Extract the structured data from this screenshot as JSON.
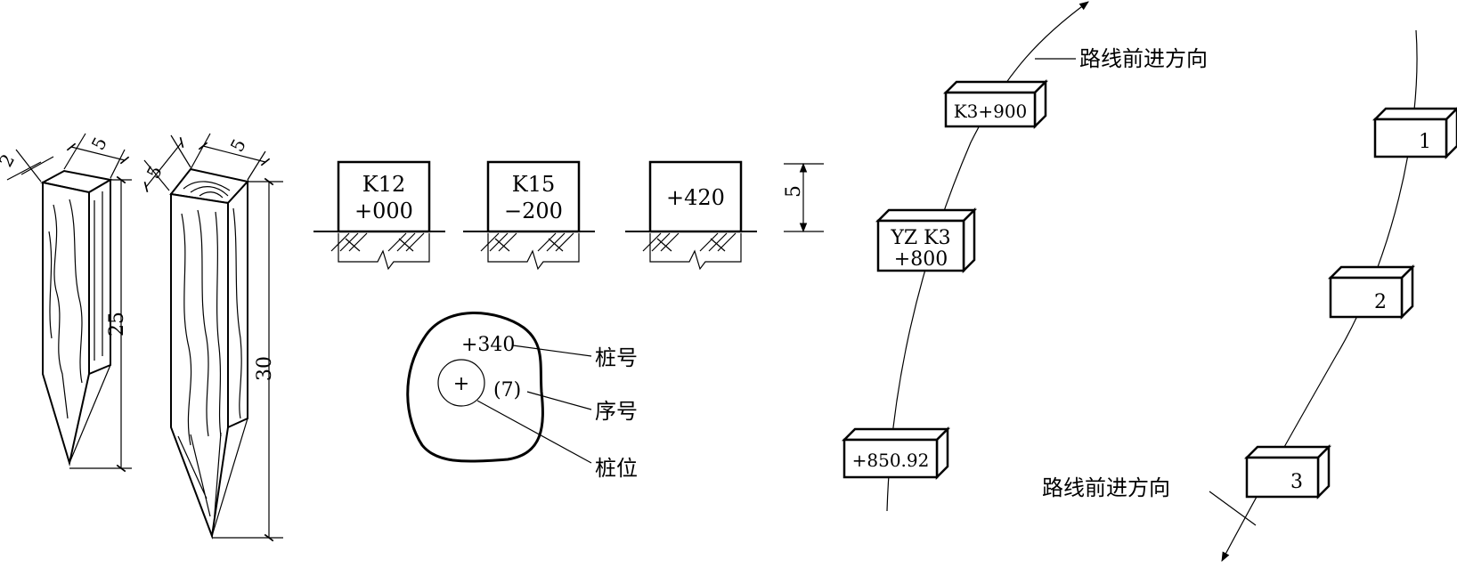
{
  "stakes": {
    "small": {
      "top_thickness": "2",
      "top_width": "5",
      "length": "25"
    },
    "large": {
      "top_thickness": "5",
      "top_width": "5",
      "length": "30"
    }
  },
  "ground_stakes": [
    {
      "line1": "K12",
      "line2": "+000"
    },
    {
      "line1": "K15",
      "line2": "−200"
    },
    {
      "line1": "+420",
      "line2": ""
    }
  ],
  "height_dim": "5",
  "legend_stake": {
    "stake_number": "+340",
    "serial_number": "(7)",
    "center_mark": "+",
    "labels": {
      "stake_number": "桩号",
      "serial_number": "序号",
      "stake_position": "桩位"
    }
  },
  "route_left": {
    "direction_label": "路线前进方向",
    "stakes": [
      {
        "line1": "K3+900",
        "line2": ""
      },
      {
        "line1": "YZ K3",
        "line2": "+800"
      },
      {
        "line1": "+850.92",
        "line2": ""
      }
    ]
  },
  "route_right": {
    "direction_label": "路线前进方向",
    "stakes": [
      {
        "line1": "1"
      },
      {
        "line1": "2"
      },
      {
        "line1": "3"
      }
    ]
  }
}
